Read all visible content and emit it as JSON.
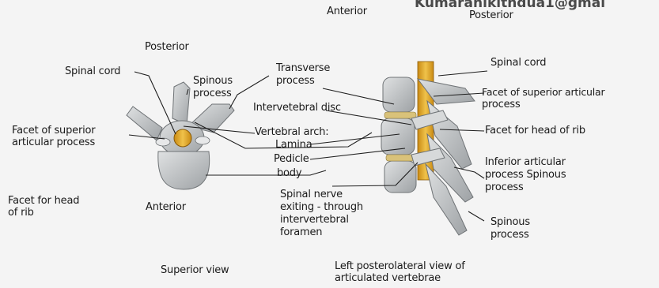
{
  "watermark": "Kumaranikithdua1@gmai",
  "left_view": {
    "top_label": "Posterior",
    "bottom_label": "Anterior",
    "caption": "Superior view",
    "labels": {
      "spinal_cord": "Spinal cord",
      "spinous_process_1": "Spinous",
      "spinous_process_2": "process",
      "facet_superior_1": "Facet of superior",
      "facet_superior_2": "articular process",
      "facet_head_rib_1": "Facet for head",
      "facet_head_rib_2": "of rib"
    }
  },
  "middle_labels": {
    "transverse_1": "Transverse",
    "transverse_2": "process",
    "intervertebral_disc": "Intervetebral disc",
    "vertebral_arch": "Vertebral arch:",
    "lamina": "Lamina",
    "pedicle": "Pedicle",
    "body": "body",
    "spinal_nerve_1": "Spinal nerve",
    "spinal_nerve_2": "exiting - through",
    "spinal_nerve_3": "intervertebral",
    "spinal_nerve_4": "foramen"
  },
  "right_view": {
    "top_label_anterior": "Anterior",
    "top_label_posterior": "Posterior",
    "caption_1": "Left posterolateral view of",
    "caption_2": "articulated vertebrae",
    "labels": {
      "spinal_cord": "Spinal cord",
      "facet_superior_1": "Facet of superior articular",
      "facet_superior_2": "process",
      "facet_head_rib": "Facet for head of rib",
      "inferior_1": "Inferior articular",
      "inferior_2": "process Spinous",
      "inferior_3": "process",
      "spinous_1": "Spinous",
      "spinous_2": "process"
    }
  },
  "colors": {
    "bone": "#c9ccce",
    "bone_dark": "#8d9194",
    "cord": "#e3a52a",
    "disc": "#d9c27a",
    "line": "#1e1e1e"
  }
}
